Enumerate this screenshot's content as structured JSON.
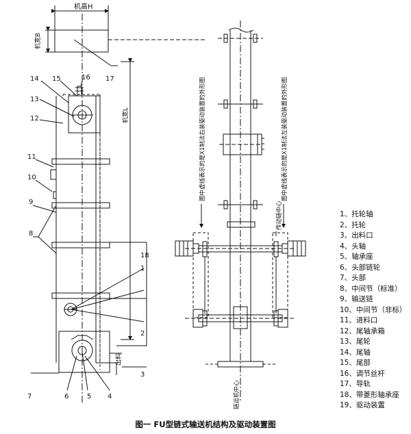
{
  "dimensions": {
    "width_label": "机高H",
    "depth_label": "机宽B",
    "length_label": "机宽L",
    "outlet_label": "出料"
  },
  "callouts": [
    "1",
    "2",
    "3",
    "4",
    "5",
    "6",
    "7",
    "8",
    "9",
    "10",
    "11",
    "12",
    "13",
    "14",
    "15",
    "16",
    "17",
    "18"
  ],
  "right_view": {
    "note_left": "图中虚线表示的是X1制法右装驱动装置的外形图",
    "note_right": "图中虚线表示的是X1制法左装驱动装置的外形图",
    "drive_center": "传动链中心",
    "conveyor_center": "链运机中心"
  },
  "legend": [
    {
      "num": "1、",
      "text": "托轮轴"
    },
    {
      "num": "2、",
      "text": "托轮"
    },
    {
      "num": "3、",
      "text": "出料口"
    },
    {
      "num": "4、",
      "text": "头轴"
    },
    {
      "num": "5、",
      "text": "轴承座"
    },
    {
      "num": "6、",
      "text": "头部链轮"
    },
    {
      "num": "7、",
      "text": "头部"
    },
    {
      "num": "8、",
      "text": "中间节（标准）"
    },
    {
      "num": "9、",
      "text": "输送链"
    },
    {
      "num": "10、",
      "text": "中间节（非标）"
    },
    {
      "num": "11、",
      "text": "进料口"
    },
    {
      "num": "12、",
      "text": "尾轴承箱"
    },
    {
      "num": "13、",
      "text": "尾轮"
    },
    {
      "num": "14、",
      "text": "尾轴"
    },
    {
      "num": "15、",
      "text": "尾部"
    },
    {
      "num": "16、",
      "text": "调节丝杆"
    },
    {
      "num": "17、",
      "text": "导轨"
    },
    {
      "num": "18、",
      "text": "带菱形轴承座"
    },
    {
      "num": "19、",
      "text": "驱动装置"
    }
  ],
  "caption": "图一 FU型链式输送机结构及驱动装置图"
}
